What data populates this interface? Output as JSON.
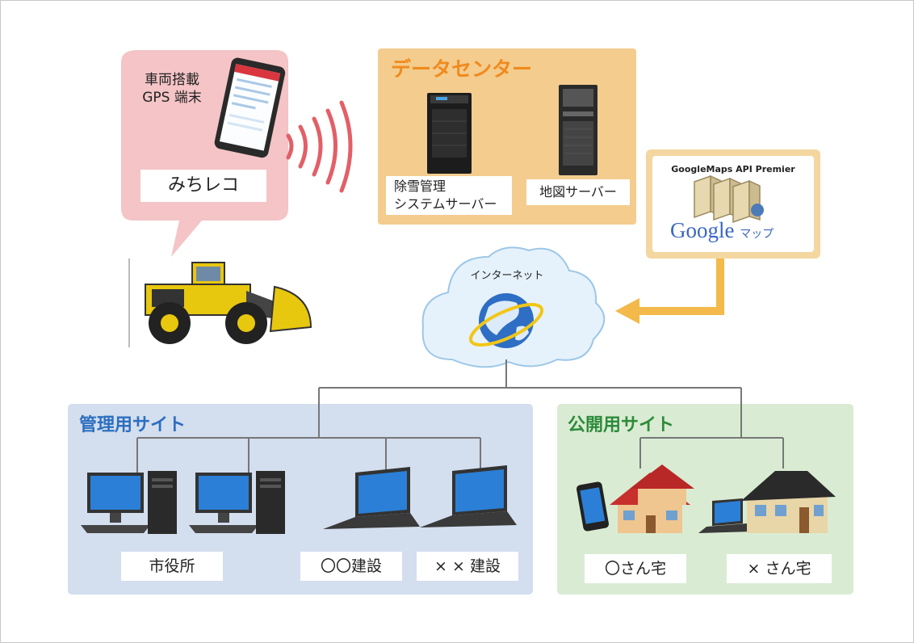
{
  "device": {
    "label_line1": "車両搭載",
    "label_line2": "GPS 端末",
    "app_name": "みちレコ"
  },
  "datacenter": {
    "title": "データセンター",
    "server1_line1": "除雪管理",
    "server1_line2": "システムサーバー",
    "server2": "地図サーバー"
  },
  "google": {
    "api_label": "GoogleMaps API Premier",
    "logo_text": "Google",
    "maps_text": "マップ"
  },
  "internet": {
    "label": "インターネット"
  },
  "admin": {
    "title": "管理用サイト",
    "items": [
      "市役所",
      "〇〇建設",
      "× × 建設"
    ]
  },
  "public": {
    "title": "公開用サイト",
    "items": [
      "〇さん宅",
      "× さん宅"
    ]
  },
  "colors": {
    "pink_bg": "#f4c4c6",
    "orange_bg": "#f3cc8e",
    "orange_text": "#f08a1e",
    "blue_bg": "#d3deee",
    "blue_text": "#2c6fbf",
    "green_bg": "#d9ecd3",
    "green_text": "#2e8a3a"
  }
}
